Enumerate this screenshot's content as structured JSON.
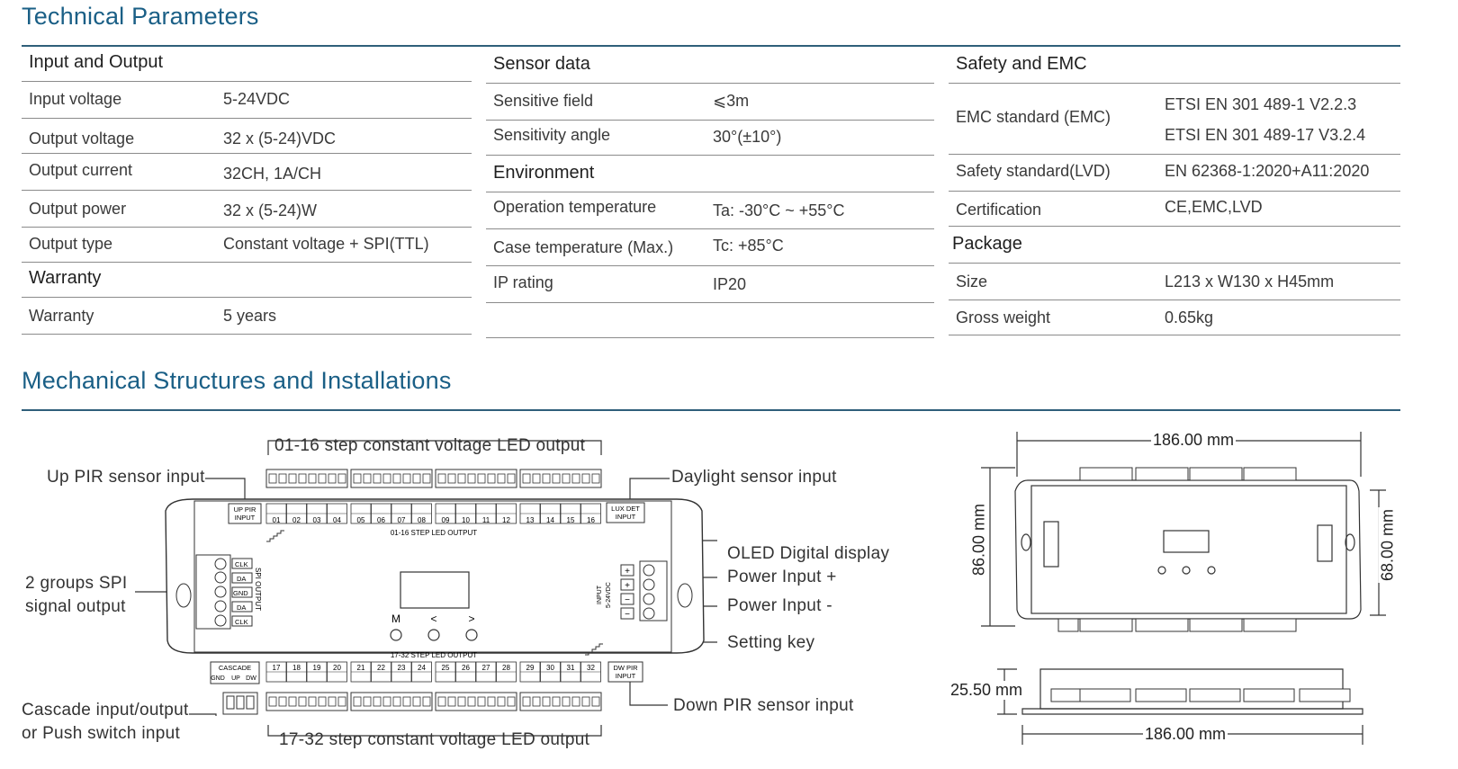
{
  "titles": {
    "technical": "Technical Parameters",
    "mechanical": "Mechanical Structures and Installations"
  },
  "input_output": {
    "header": "Input and Output",
    "rows": [
      {
        "k": "Input voltage",
        "v": "5-24VDC"
      },
      {
        "k": "Output voltage",
        "v": "32 x (5-24)VDC"
      },
      {
        "k": "Output current",
        "v": "32CH, 1A/CH"
      },
      {
        "k": "Output power",
        "v": "32 x (5-24)W"
      },
      {
        "k": "Output type",
        "v": "Constant voltage + SPI(TTL)"
      }
    ],
    "warranty_header": "Warranty",
    "warranty": {
      "k": "Warranty",
      "v": "5 years"
    }
  },
  "sensor": {
    "header": "Sensor data",
    "rows": [
      {
        "k": "Sensitive field",
        "v": "⩽3m"
      },
      {
        "k": "Sensitivity angle",
        "v": "30°(±10°)"
      }
    ],
    "env_header": "Environment",
    "env_rows": [
      {
        "k": "Operation temperature",
        "v": "Ta: -30°C ~ +55°C"
      },
      {
        "k": "Case temperature (Max.)",
        "v": "Tc: +85°C"
      },
      {
        "k": "IP rating",
        "v": "IP20"
      }
    ]
  },
  "safety": {
    "header": "Safety and EMC",
    "emc": {
      "k": "EMC standard (EMC)",
      "v1": "ETSI EN 301 489-1 V2.2.3",
      "v2": "ETSI EN 301 489-17 V3.2.4"
    },
    "rows": [
      {
        "k": "Safety standard(LVD)",
        "v": "EN 62368-1:2020+A11:2020"
      },
      {
        "k": "Certification",
        "v": "CE,EMC,LVD"
      }
    ],
    "package_header": "Package",
    "package_rows": [
      {
        "k": "Size",
        "v": "L213 x W130 x H45mm"
      },
      {
        "k": "Gross weight",
        "v": "0.65kg"
      }
    ]
  },
  "diagram": {
    "top_output": "01-16 step constant voltage LED output",
    "bottom_output": "17-32 step constant voltage LED output",
    "up_pir": "Up PIR sensor input",
    "daylight": "Daylight sensor input",
    "spi_1": "2 groups SPI",
    "spi_2": "signal output",
    "oled": "OLED Digital display",
    "power_plus": "Power Input +",
    "power_minus": "Power Input -",
    "setting_key": "Setting key",
    "down_pir": "Down PIR sensor input",
    "cascade_1": "Cascade input/output",
    "cascade_2": "or Push switch input",
    "board": {
      "up_pir_box": [
        "UP PIR",
        "INPUT"
      ],
      "lux_box": [
        "LUX DET",
        "INPUT"
      ],
      "dw_pir_box": [
        "DW PIR",
        "INPUT"
      ],
      "cascade_box": "CASCADE",
      "cascade_pins": [
        "GND",
        "UP",
        "DW"
      ],
      "top_caption": "01-16 STEP LED OUTPUT",
      "bottom_caption": "17-32 STEP LED OUTPUT",
      "spi_output": "SPI OUTPUT",
      "spi_pins": [
        "CLK",
        "DA",
        "GND",
        "DA",
        "CLK"
      ],
      "input_text": [
        "INPUT",
        "5-24VDC"
      ],
      "buttons": [
        "M",
        "<",
        ">"
      ],
      "top_channels": [
        "01",
        "02",
        "03",
        "04",
        "05",
        "06",
        "07",
        "08",
        "09",
        "10",
        "11",
        "12",
        "13",
        "14",
        "15",
        "16"
      ],
      "bottom_channels": [
        "17",
        "18",
        "19",
        "20",
        "21",
        "22",
        "23",
        "24",
        "25",
        "26",
        "27",
        "28",
        "29",
        "30",
        "31",
        "32"
      ]
    },
    "dims": {
      "width_top": "186.00 mm",
      "height_left": "86.00 mm",
      "height_right": "68.00 mm",
      "depth": "25.50 mm",
      "width_bottom": "186.00 mm"
    }
  }
}
